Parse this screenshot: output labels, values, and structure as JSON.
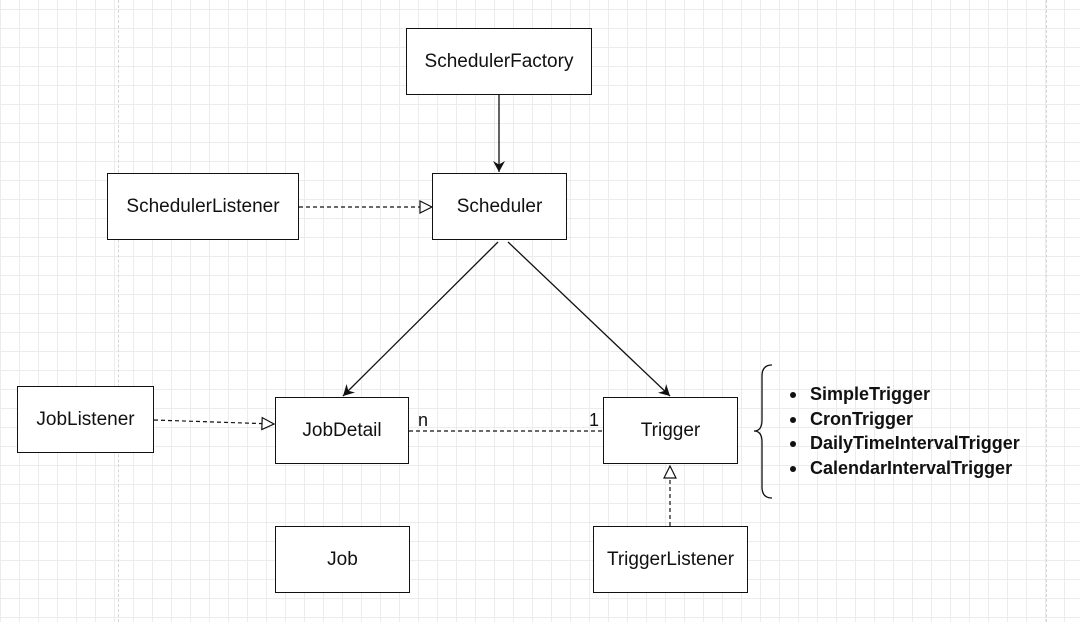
{
  "colors": {
    "stroke": "#111111",
    "grid": "#ececec",
    "background": "#ffffff"
  },
  "nodes": {
    "scheduler_factory": "SchedulerFactory",
    "scheduler": "Scheduler",
    "scheduler_listener": "SchedulerListener",
    "job_listener": "JobListener",
    "job_detail": "JobDetail",
    "trigger": "Trigger",
    "job": "Job",
    "trigger_listener": "TriggerListener"
  },
  "multiplicity": {
    "job_detail_end": "n",
    "trigger_end": "1"
  },
  "trigger_types": [
    "SimpleTrigger",
    "CronTrigger",
    "DailyTimeIntervalTrigger",
    "CalendarIntervalTrigger"
  ]
}
